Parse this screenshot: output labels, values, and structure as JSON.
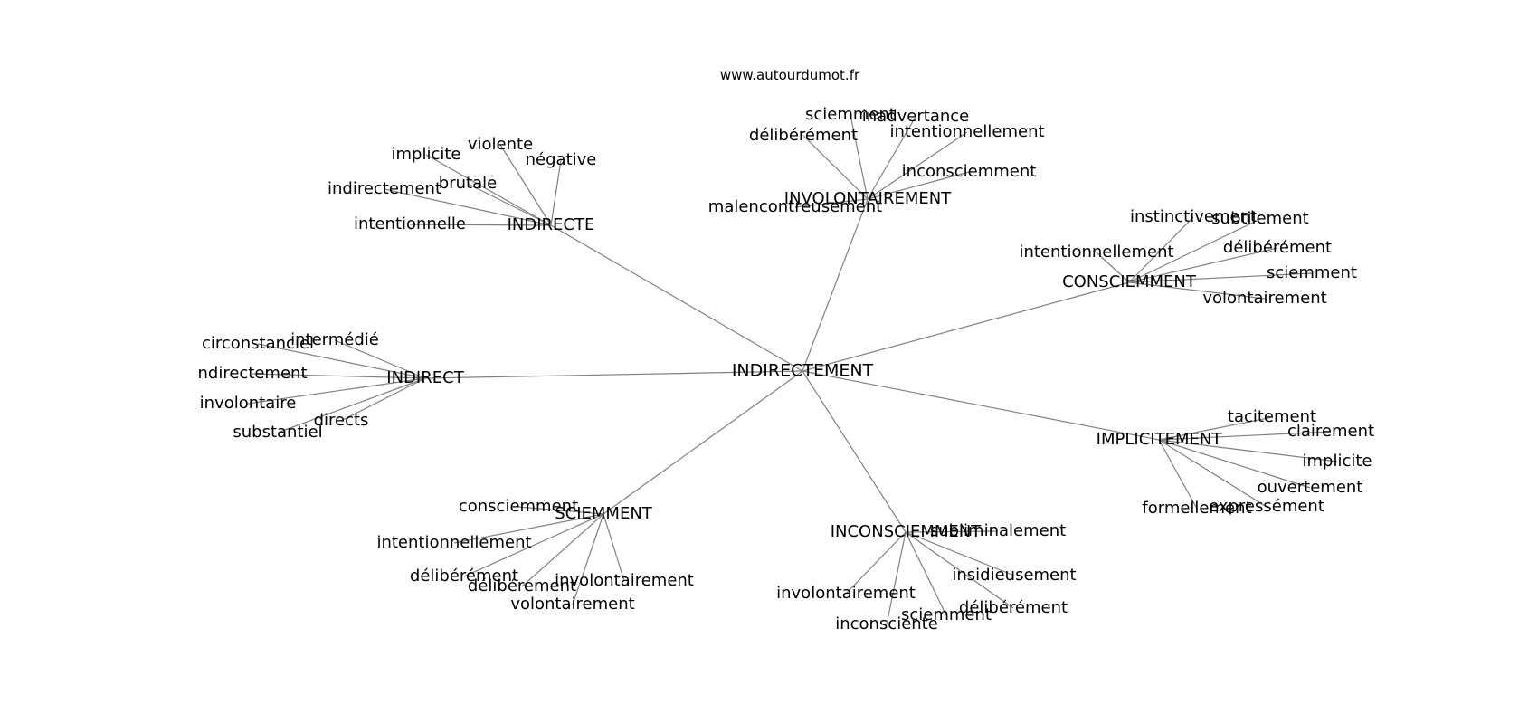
{
  "watermark": "www.autourdumot.fr",
  "colors": {
    "edge": "#808080",
    "text": "#000000",
    "background": "#ffffff"
  },
  "graph": {
    "center": "INDIRECTEMENT",
    "hubs": [
      {
        "id": "indirecte",
        "label": "INDIRECTE",
        "leaves": [
          "violente",
          "implicite",
          "négative",
          "brutale",
          "indirectement",
          "intentionnelle"
        ]
      },
      {
        "id": "involontairement",
        "label": "INVOLONTAIREMENT",
        "leaves": [
          "sciemment",
          "inadvertance",
          "délibérément",
          "intentionnellement",
          "inconsciemment",
          "malencontreusement"
        ]
      },
      {
        "id": "consciemment",
        "label": "CONSCIEMMENT",
        "leaves": [
          "instinctivement",
          "subtilement",
          "délibérément",
          "sciemment",
          "volontairement",
          "intentionnellement"
        ]
      },
      {
        "id": "indirect",
        "label": "INDIRECT",
        "leaves": [
          "intermédié",
          "circonstanciel",
          "ndirectement",
          "involontaire",
          "directs",
          "substantiel"
        ]
      },
      {
        "id": "implicitement",
        "label": "IMPLICITEMENT",
        "leaves": [
          "tacitement",
          "clairement",
          "implicite",
          "ouvertement",
          "formellement",
          "expressément"
        ]
      },
      {
        "id": "sciemment",
        "label": "SCIEMMENT",
        "leaves": [
          "consciemment",
          "intentionnellement",
          "délibérément",
          "délibérement",
          "involontairement",
          "volontairement"
        ]
      },
      {
        "id": "inconsciemment",
        "label": "INCONSCIEMMENT",
        "leaves": [
          "subliminalement",
          "insidieusement",
          "involontairement",
          "délibérément",
          "sciemment",
          "inconsciente"
        ]
      }
    ]
  }
}
